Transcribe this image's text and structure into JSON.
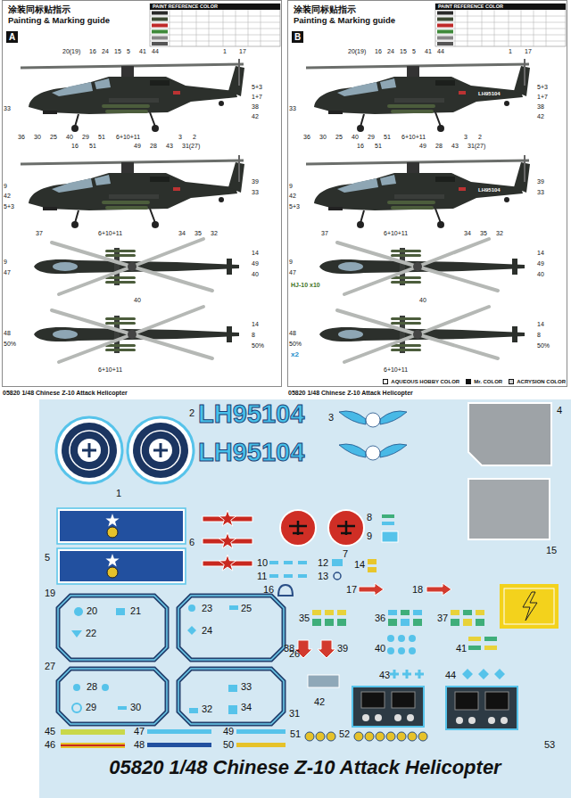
{
  "diagram": {
    "title": "05820 1/48 Chinese Z-10 Attack Helicopter",
    "nodes": [
      {
        "text": [
          "涂装同标贴指示",
          "Painting & Marking guide"
        ]
      },
      {
        "text": [
          "A"
        ],
        "in": 0
      },
      {
        "text": [
          "涂装同标贴指示",
          "Painting & Marking guide"
        ]
      },
      {
        "text": [
          "B"
        ],
        "in": 2
      }
    ],
    "labels": [
      "PAINT REFERENCE COLOR",
      "20(19)",
      "16",
      "24",
      "15",
      "5",
      "41",
      "44",
      "1",
      "17",
      "5+3",
      "1+7",
      "38",
      "42",
      "33",
      "36",
      "30",
      "25",
      "40",
      "29",
      "51",
      "6+10+11",
      "3",
      "2",
      "16",
      "51",
      "49",
      "28",
      "43",
      "31(27)",
      "39",
      "33",
      "9",
      "42",
      "5+3",
      "37",
      "6+10+11",
      "34",
      "35",
      "32",
      "9",
      "47",
      "14",
      "49",
      "40",
      "40",
      "14",
      "8",
      "50%",
      "48",
      "50%",
      "6+10+11",
      "05820 1/48 Chinese Z-10 Attack Helicopter",
      "PAINT REFERENCE COLOR",
      "20(19)",
      "16",
      "24",
      "15",
      "5",
      "41",
      "44",
      "1",
      "17",
      "5+3",
      "1+7",
      "38",
      "42",
      "33",
      "36",
      "30",
      "25",
      "40",
      "29",
      "51",
      "6+10+11",
      "3",
      "2",
      "16",
      "51",
      "49",
      "28",
      "43",
      "31(27)",
      "39",
      "33",
      "9",
      "42",
      "5+3",
      "37",
      "6+10+11",
      "34",
      "35",
      "32",
      "9",
      "47",
      "14",
      "49",
      "40",
      "40",
      "14",
      "8",
      "50%",
      "48",
      "50%",
      "6+10+11",
      "05820 1/48 Chinese Z-10 Attack Helicopter",
      "LH95104",
      "LH95104",
      "HJ-10 x10",
      "x2",
      "LH95104",
      "LH95104",
      "1",
      "2",
      "3",
      "4",
      "5",
      "6",
      "7",
      "8",
      "9",
      "10",
      "11",
      "12",
      "13",
      "14",
      "15",
      "16",
      "17",
      "18",
      "19",
      "20",
      "21",
      "22",
      "23",
      "24",
      "25",
      "26",
      "27",
      "28",
      "29",
      "30",
      "31",
      "32",
      "33",
      "34",
      "35",
      "36",
      "37",
      "38",
      "39",
      "40",
      "41",
      "42",
      "43",
      "44",
      "45",
      "46",
      "47",
      "48",
      "49",
      "50",
      "51",
      "52",
      "53"
    ],
    "legend": [
      {
        "text": "AQUEOUS HOBBY COLOR"
      },
      {
        "text": "Mr. COLOR"
      },
      {
        "text": "ACRYSION COLOR"
      }
    ]
  }
}
